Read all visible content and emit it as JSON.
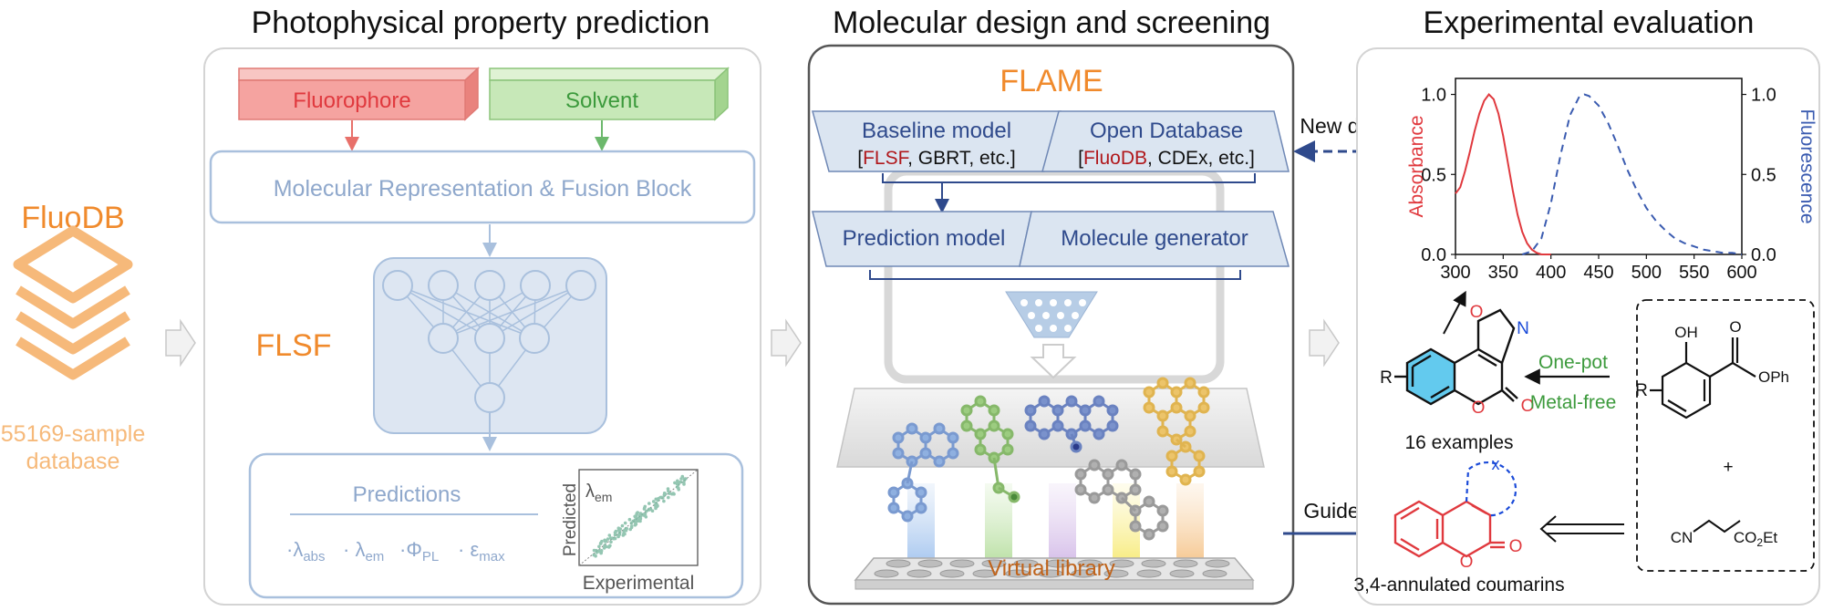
{
  "colors": {
    "orange": "#f08a2c",
    "light_orange": "#f6b97a",
    "light_blue": "#a9c0dd",
    "blue_text": "#8fa8cc",
    "navy": "#2f4a8c",
    "red": "#e0393e",
    "green": "#3c9a3c",
    "dark_red": "#b0171b",
    "fluorophore_fill": "#f5a3a0",
    "solvent_fill": "#c7e8b8"
  },
  "sections": {
    "prediction_title": "Photophysical property prediction",
    "design_title": "Molecular design and screening",
    "experimental_title": "Experimental evaluation"
  },
  "fluodb": {
    "title": "FluoDB",
    "caption_line1": "55169-sample",
    "caption_line2": "database"
  },
  "prediction": {
    "fluorophore": "Fluorophore",
    "solvent": "Solvent",
    "fusion_block": "Molecular Representation & Fusion Block",
    "model_name": "FLSF",
    "predictions_title": "Predictions",
    "p_abs": "λabs",
    "p_em": "λem",
    "p_plqy": "ΦPL",
    "p_eps": "εmax",
    "inset_label": "λem",
    "inset_ylabel": "Predicted",
    "inset_xlabel": "Experimental"
  },
  "design": {
    "title": "FLAME",
    "baseline_model": "Baseline model",
    "baseline_open": "[",
    "baseline_flsf": "FLSF",
    "baseline_rest": ", GBRT, etc.]",
    "open_database": "Open Database",
    "open_open": "[",
    "open_fluodb": "FluoDB",
    "open_rest": ", CDEx, etc.]",
    "prediction_model": "Prediction model",
    "molecule_generator": "Molecule generator",
    "virtual_library": "Virtual library"
  },
  "arrows": {
    "new_data": "New data",
    "guide": "Guide"
  },
  "experimental": {
    "ylabel_left": "Absorbance",
    "ylabel_right": "Fluorescence",
    "one_pot": "One-pot",
    "metal_free": "Metal-free",
    "examples": "16 examples",
    "coumarins": "3,4-annulated coumarins",
    "oh": "OH",
    "oph": "OPh",
    "r1": "R",
    "r2": "R",
    "plus": "+",
    "cn": "CN",
    "co2et": "CO2Et",
    "o_ring1": "O",
    "o_ring2": "O",
    "o_carbonyl1": "O",
    "n_oxazole": "N",
    "o_oxazole": "O",
    "o_ester": "O",
    "o_coumarin": "O",
    "o_coumarin_c": "O",
    "x_mark": "x"
  },
  "chart_data": {
    "type": "line",
    "xlabel": "",
    "ylabel": "Absorbance",
    "y2label": "Fluorescence",
    "xlim": [
      300,
      600
    ],
    "ylim": [
      0,
      1.1
    ],
    "x_ticks": [
      "300",
      "350",
      "400",
      "450",
      "500",
      "550",
      "600"
    ],
    "y_ticks": [
      "0.0",
      "0.5",
      "1.0"
    ],
    "y2_ticks": [
      "0.0",
      "0.5",
      "1.0"
    ],
    "series": [
      {
        "name": "Absorbance",
        "color": "#e0393e",
        "style": "solid",
        "x": [
          300,
          305,
          310,
          315,
          320,
          325,
          330,
          335,
          340,
          345,
          350,
          355,
          360,
          365,
          370,
          375,
          380,
          385,
          390,
          395,
          400
        ],
        "y": [
          0.38,
          0.42,
          0.52,
          0.64,
          0.77,
          0.88,
          0.96,
          1.0,
          0.97,
          0.88,
          0.74,
          0.57,
          0.4,
          0.25,
          0.14,
          0.07,
          0.03,
          0.01,
          0.0,
          0.0,
          0.0
        ]
      },
      {
        "name": "Fluorescence",
        "color": "#3a5bb0",
        "style": "dashed",
        "x": [
          370,
          380,
          390,
          400,
          410,
          420,
          430,
          435,
          440,
          450,
          460,
          470,
          480,
          490,
          500,
          510,
          520,
          530,
          540,
          550,
          560,
          570,
          580,
          590,
          600
        ],
        "y": [
          0.0,
          0.02,
          0.1,
          0.32,
          0.62,
          0.87,
          0.99,
          1.0,
          0.99,
          0.93,
          0.82,
          0.68,
          0.53,
          0.4,
          0.29,
          0.21,
          0.15,
          0.1,
          0.07,
          0.05,
          0.03,
          0.02,
          0.01,
          0.01,
          0.0
        ]
      }
    ]
  }
}
